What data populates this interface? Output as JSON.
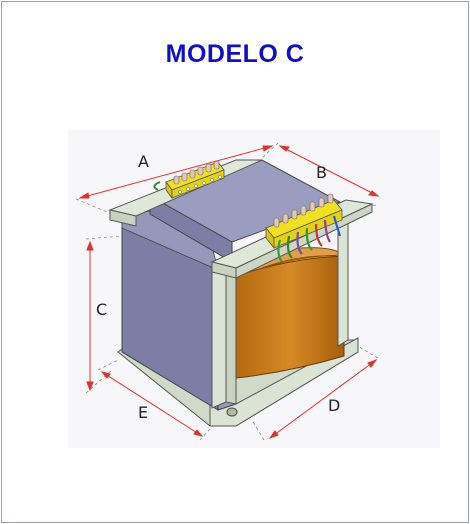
{
  "title": "MODELO C",
  "dimension_labels": {
    "a": "A",
    "b": "B",
    "c": "C",
    "d": "D",
    "e": "E"
  },
  "colors": {
    "title": "#1010c8",
    "core": "#7c7ea6",
    "coil": "#c87a18",
    "bracket": "#d8e2d2",
    "terminal": "#f0e020",
    "dimension_line": "#e03030"
  },
  "terminal_wire_colors": [
    "#3a9a3a",
    "#2a8a2a",
    "#7a4aa8",
    "#2a9a2a",
    "#c03a3a",
    "#9a3aa0",
    "#2a5ad0"
  ]
}
